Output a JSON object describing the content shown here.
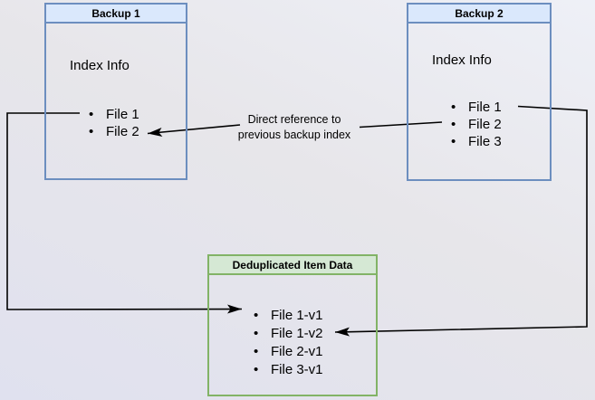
{
  "diagram": {
    "backup1": {
      "title": "Backup 1",
      "subtitle": "Index Info",
      "items": [
        "File 1",
        "File 2"
      ]
    },
    "backup2": {
      "title": "Backup 2",
      "subtitle": "Index Info",
      "items": [
        "File 1",
        "File 2",
        "File 3"
      ]
    },
    "dedup": {
      "title": "Deduplicated Item Data",
      "items": [
        "File 1-v1",
        "File 1-v2",
        "File 2-v1",
        "File 3-v1"
      ]
    },
    "edge_label": {
      "line1": "Direct reference to",
      "line2": "previous backup index"
    },
    "colors": {
      "blue_node_header": "#dae8fc",
      "blue_node_border": "#6c8ebf",
      "green_node_header": "#d5e8d4",
      "green_node_border": "#82b366",
      "connector": "#000000",
      "text": "#000000"
    }
  }
}
